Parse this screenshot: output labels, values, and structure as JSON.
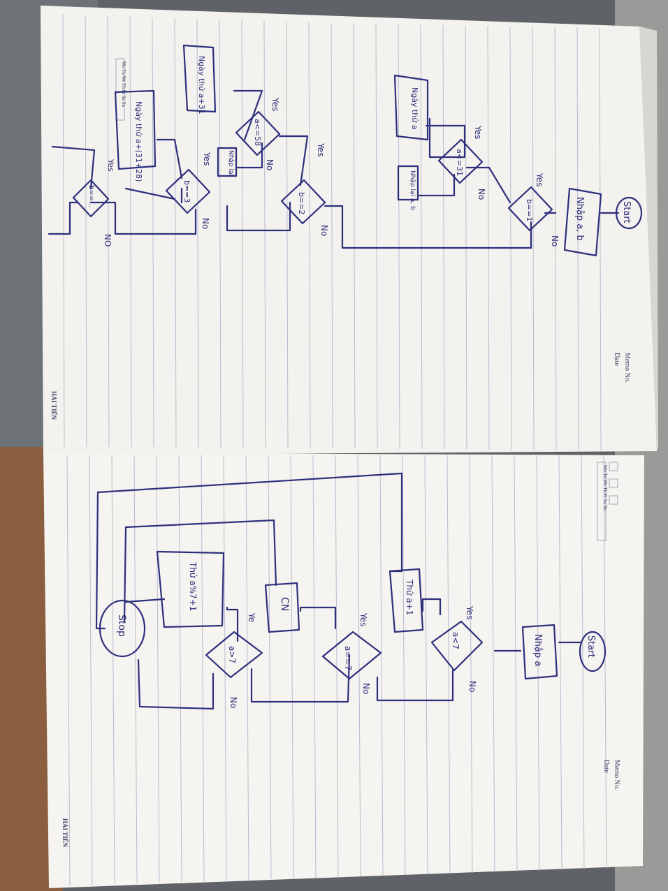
{
  "top_page": {
    "header": {
      "memo": "Memo No.",
      "date": "Date",
      "days": "Mo Tu We Th Fr Sa Su"
    },
    "brand": "HẢI TIẾN",
    "flowchart": {
      "start": "Start",
      "input": "Nhập a, b",
      "cond_b1": "b==1",
      "yes1": "Yes",
      "no1": "No",
      "cond_a31a": "a<=31",
      "yes2": "Yes",
      "no2": "No",
      "out_day1": "Ngày thứ a",
      "out_reinput1": "Nhập lại a, b",
      "cond_b2": "b==2",
      "yes3": "Yes",
      "no3": "No",
      "cond_a58": "a<=58",
      "yes4": "Yes",
      "no4": "No",
      "out_day2": "Ngày thứ a+31",
      "out_reinput2": "Nhập lại",
      "cond_b3": "b==3",
      "yes5": "Yes",
      "no5": "No",
      "out_day3": "Ngày thứ a+(31+28)",
      "cond_bn": "b==...",
      "yes6": "Yes",
      "no6": "NO"
    }
  },
  "bottom_page": {
    "header": {
      "memo": "Memo No.",
      "date": "Date",
      "days": "Mo Tu We Th Fr Sa Su"
    },
    "brand": "HẢI TIẾN",
    "flowchart": {
      "start": "Start",
      "input": "Nhập a",
      "cond_a7": "a<7",
      "yes1": "Yes",
      "no1": "No",
      "out_thu": "Thứ a+1",
      "cond_aeq7": "a==7",
      "yes2": "Yes",
      "no2": "No",
      "out_cn": "CN",
      "cond_agt7": "a>7",
      "yes3": "Ye",
      "no3": "No",
      "out_thu7": "Thứ a%7+1",
      "stop": "Stop"
    }
  }
}
